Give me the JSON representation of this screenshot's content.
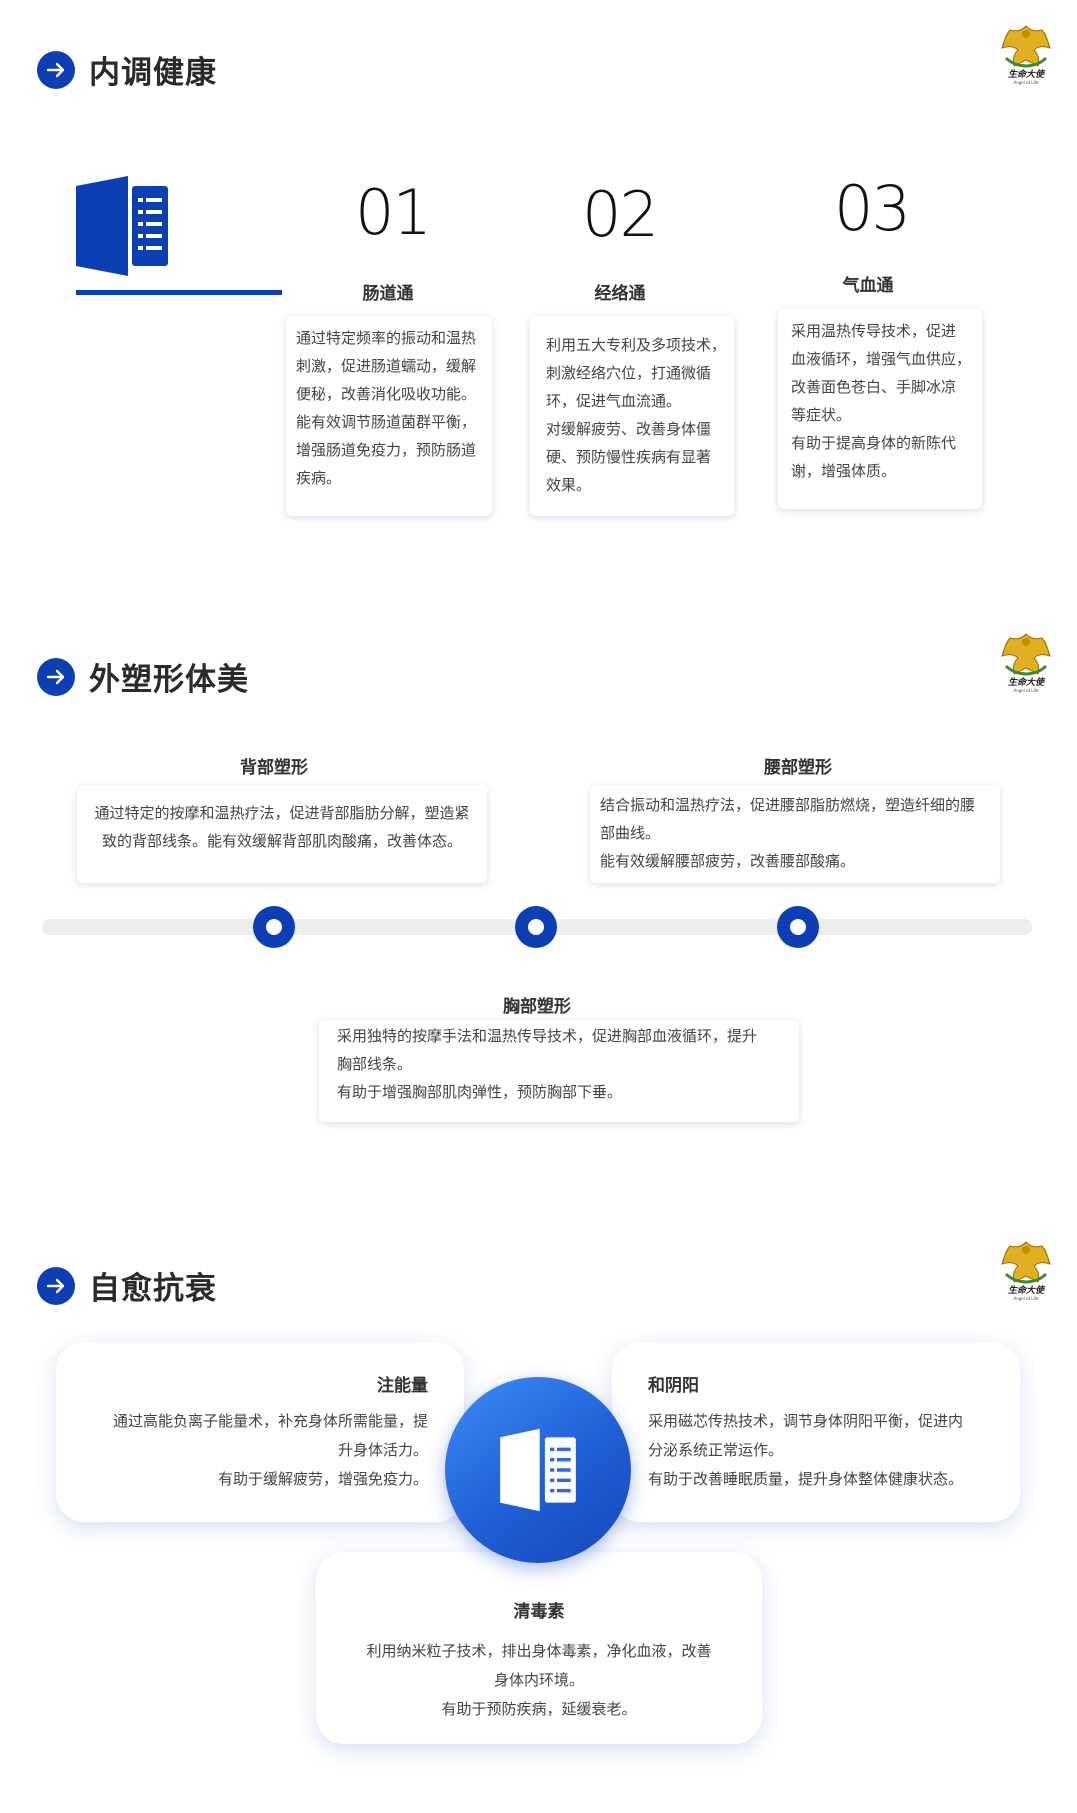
{
  "logo": {
    "name": "生命大使",
    "subtitle": "Angel of Life"
  },
  "section1": {
    "title": "内调健康",
    "columns": [
      {
        "number": "01",
        "heading": "肠道通",
        "lines": [
          "通过特定频率的振动和温热",
          "刺激，促进肠道蠕动，缓解",
          "便秘，改善消化吸收功能。",
          "能有效调节肠道菌群平衡，",
          "增强肠道免疫力，预防肠道",
          "疾病。"
        ]
      },
      {
        "number": "02",
        "heading": "经络通",
        "lines": [
          "利用五大专利及多项技术，",
          "刺激经络穴位，打通微循",
          "环，促进气血流通。",
          "对缓解疲劳、改善身体僵",
          "硬、预防慢性疾病有显著",
          "效果。"
        ]
      },
      {
        "number": "03",
        "heading": "气血通",
        "lines": [
          "采用温热传导技术，促进",
          "血液循环，增强气血供应，",
          "改善面色苍白、手脚冰凉",
          "等症状。",
          "有助于提高身体的新陈代",
          "谢，增强体质。"
        ]
      }
    ]
  },
  "section2": {
    "title": "外塑形体美",
    "back": {
      "heading": "背部塑形",
      "lines": [
        "通过特定的按摩和温热疗法，促进背部脂肪分解，塑造紧",
        "致的背部线条。能有效缓解背部肌肉酸痛，改善体态。"
      ]
    },
    "waist": {
      "heading": "腰部塑形",
      "lines": [
        "结合振动和温热疗法，促进腰部脂肪燃烧，塑造纤细的腰",
        "部曲线。",
        "能有效缓解腰部疲劳，改善腰部酸痛。"
      ]
    },
    "chest": {
      "heading": "胸部塑形",
      "lines": [
        "采用独特的按摩手法和温热传导技术，促进胸部血液循环，提升",
        "胸部线条。",
        "有助于增强胸部肌肉弹性，预防胸部下垂。"
      ]
    }
  },
  "section3": {
    "title": "自愈抗衰",
    "energy": {
      "heading": "注能量",
      "lines": [
        "通过高能负离子能量术，补充身体所需能量，提",
        "升身体活力。",
        "有助于缓解疲劳，增强免疫力。"
      ]
    },
    "yinyang": {
      "heading": "和阴阳",
      "lines": [
        "采用磁芯传热技术，调节身体阴阳平衡，促进内",
        "分泌系统正常运作。",
        "有助于改善睡眠质量，提升身体整体健康状态。"
      ]
    },
    "detox": {
      "heading": "清毒素",
      "lines": [
        "利用纳米粒子技术，排出身体毒素，净化血液，改善",
        "身体内环境。",
        "有助于预防疾病，延缓衰老。"
      ]
    }
  }
}
